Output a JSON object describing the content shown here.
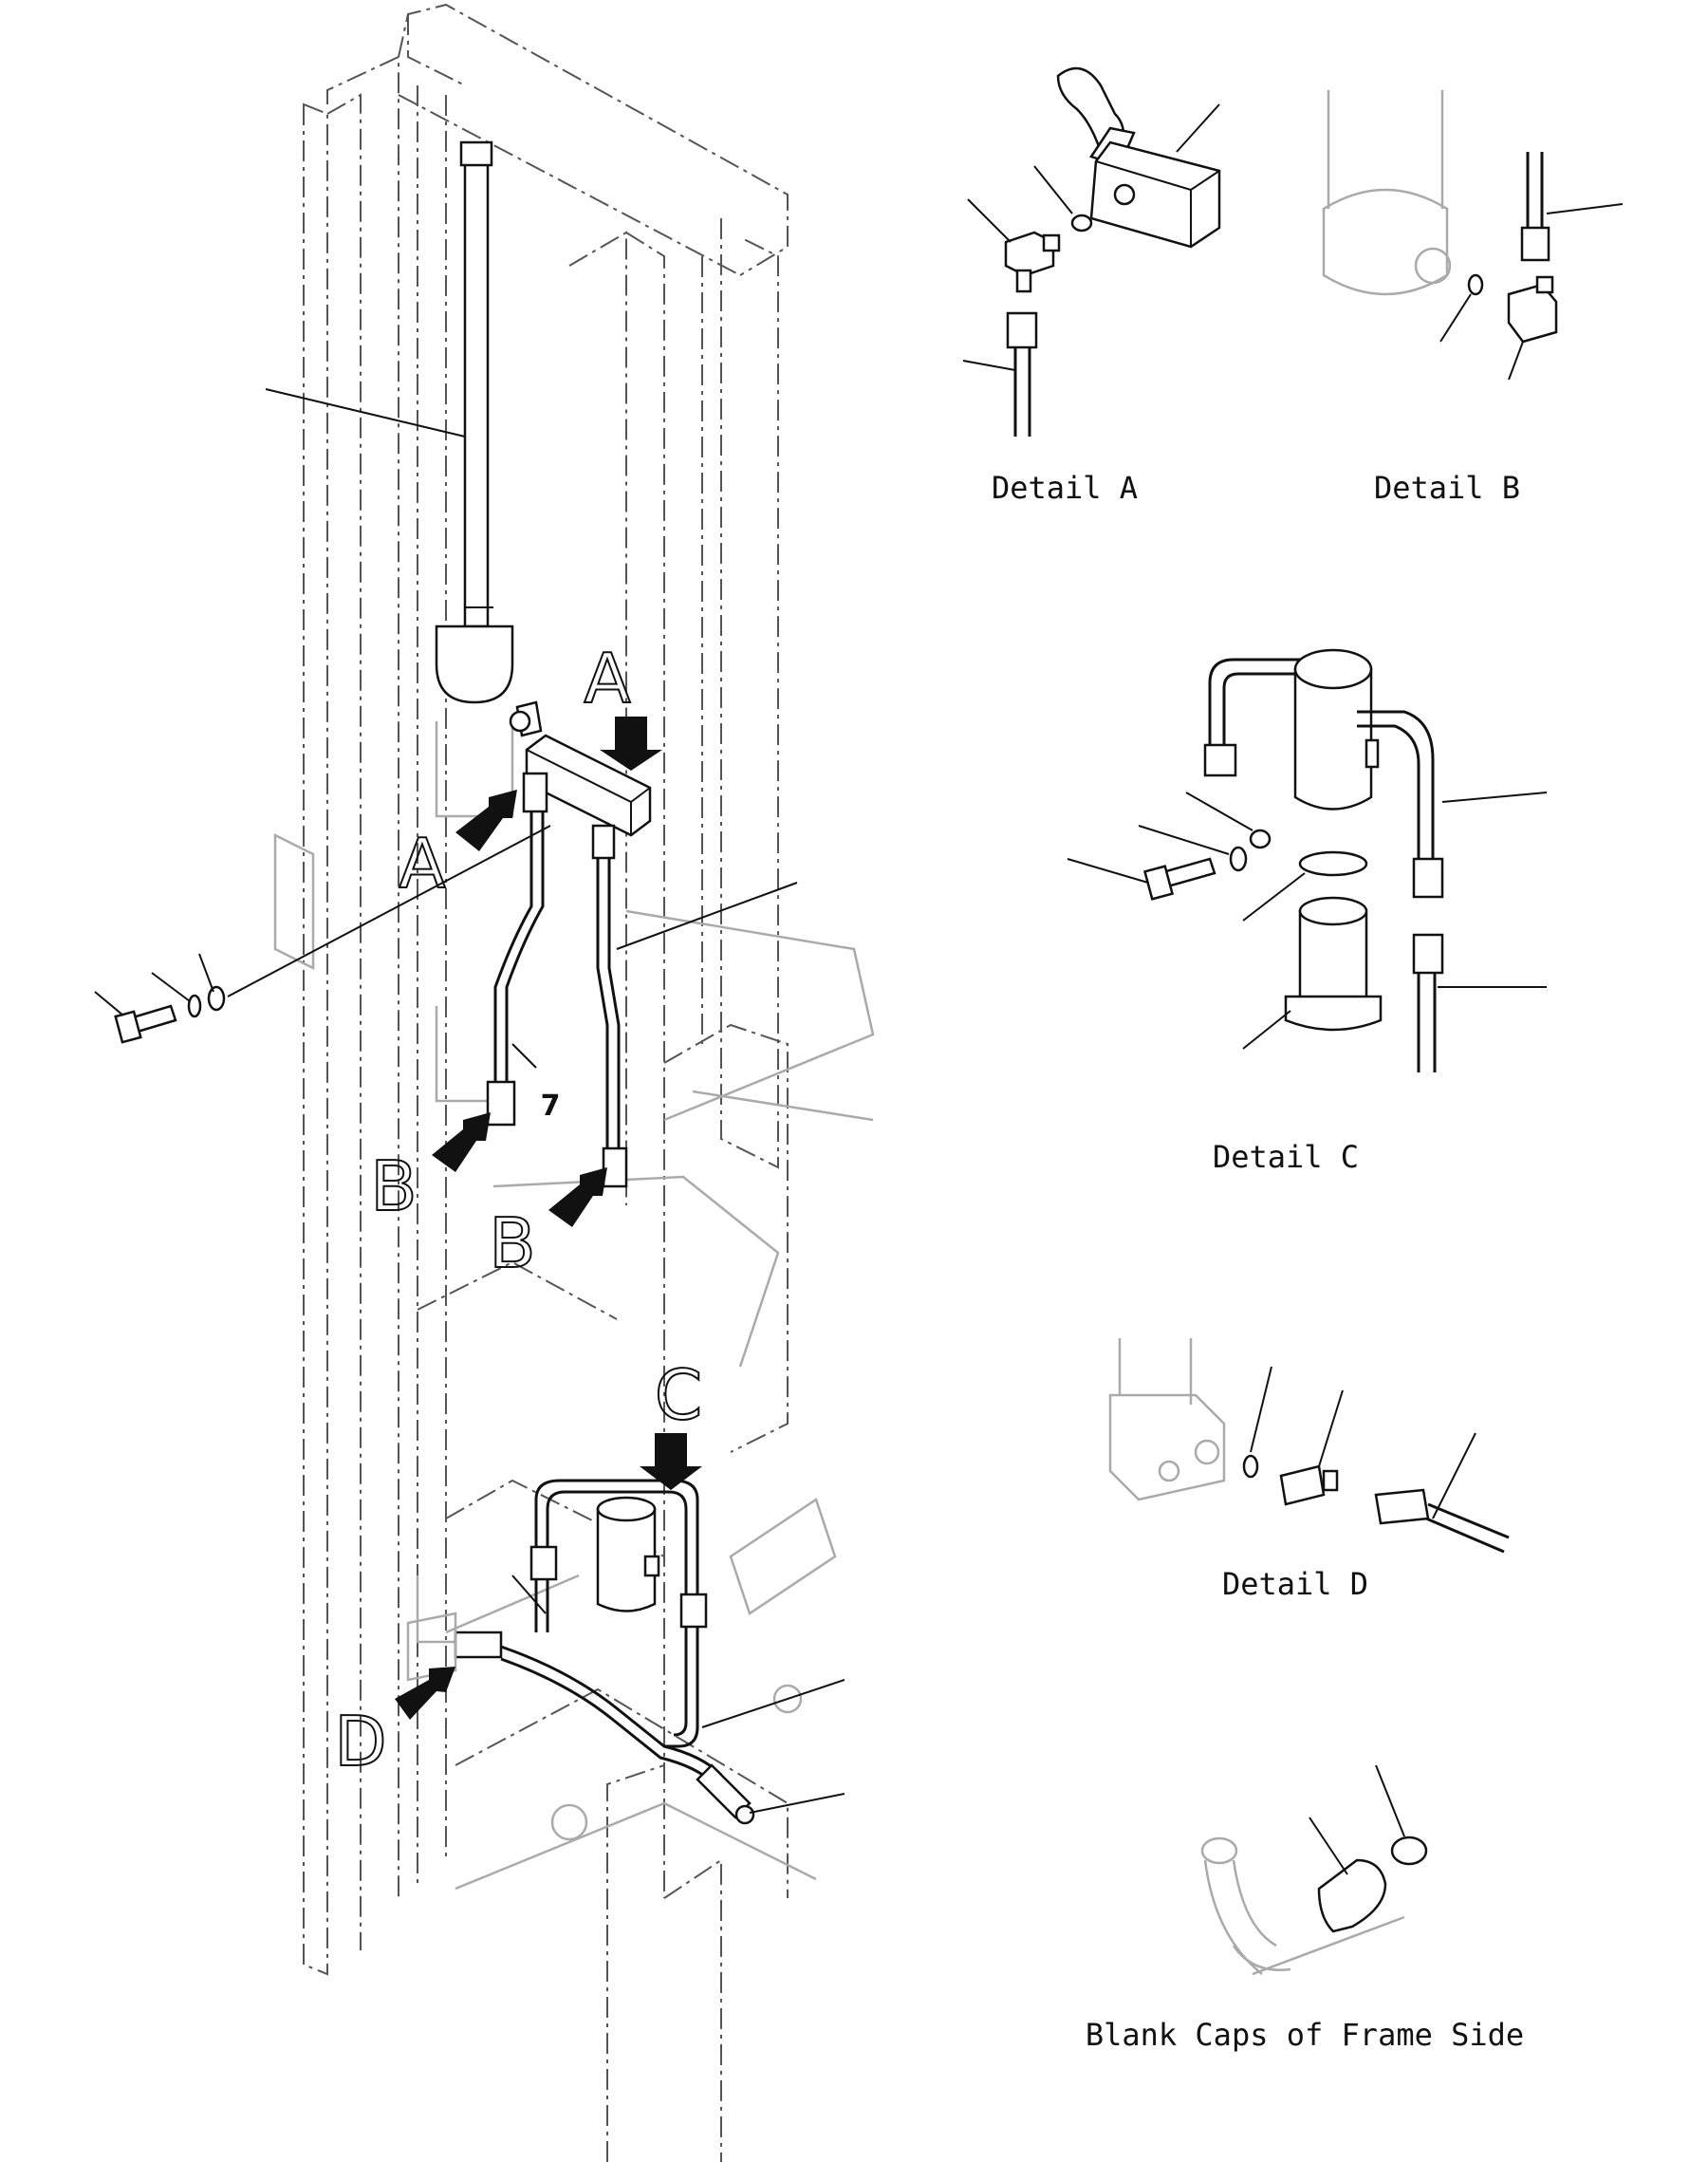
{
  "main_view": {
    "view_letters": [
      "A",
      "A",
      "B",
      "B",
      "C",
      "D"
    ],
    "callout_number": "7"
  },
  "details": {
    "detail_a": "Detail A",
    "detail_b": "Detail B",
    "detail_c": "Detail C",
    "detail_d": "Detail D",
    "blank_caps": "Blank Caps of Frame Side"
  }
}
